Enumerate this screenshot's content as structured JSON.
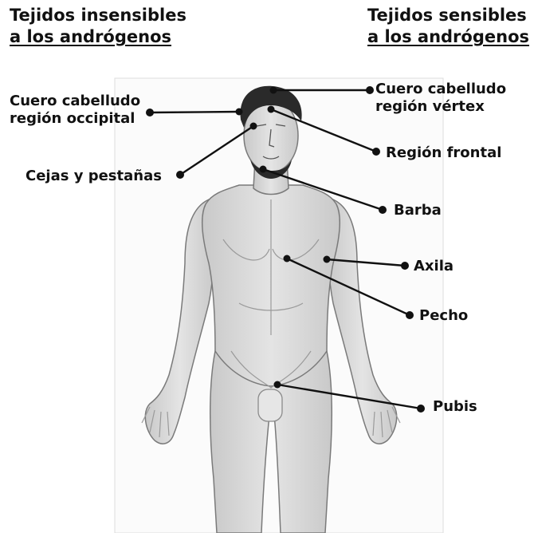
{
  "headings": {
    "left": [
      "Tejidos insensibles",
      "a los andrógenos"
    ],
    "right": [
      "Tejidos sensibles",
      "a los andrógenos"
    ]
  },
  "labels": {
    "occipital": [
      "Cuero cabelludo",
      "región occipital"
    ],
    "vertex": [
      "Cuero cabelludo",
      "región vértex"
    ],
    "cejas": "Cejas y pestañas",
    "frontal": "Región frontal",
    "barba": "Barba",
    "axila": "Axila",
    "pecho": "Pecho",
    "pubis": "Pubis"
  },
  "colors": {
    "text": "#111111",
    "line": "#111111",
    "skin": "#d9d9d9",
    "skin_shadow": "#b8b8b8",
    "hair": "#2a2a2a",
    "frame": "#cfcfcf"
  }
}
